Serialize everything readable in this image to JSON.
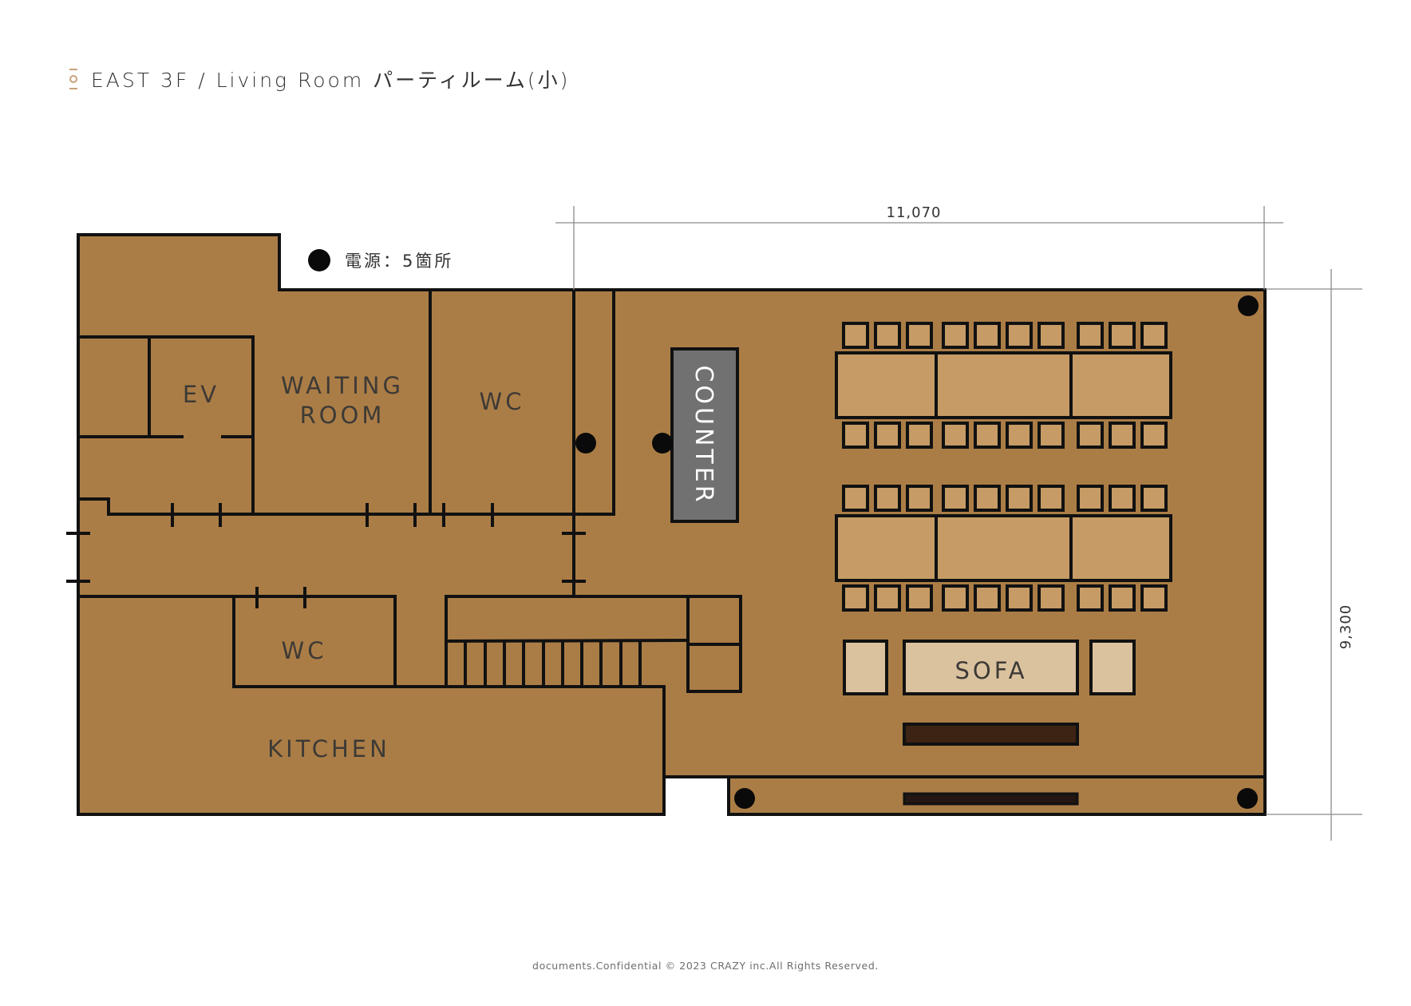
{
  "header": {
    "icon": "floor-marker-icon",
    "title": "EAST 3F / Living Room パーティルーム(小)"
  },
  "legend": {
    "outlet_icon": "power-outlet-dot-icon",
    "label": "電源：5箇所"
  },
  "dimensions": {
    "width_label": "11,070",
    "height_label": "9,300"
  },
  "rooms": {
    "ev": "EV",
    "waiting_room_line1": "WAITING",
    "waiting_room_line2": "ROOM",
    "wc_upper": "WC",
    "wc_lower": "WC",
    "kitchen": "KITCHEN",
    "counter": "COUNTER",
    "sofa": "SOFA"
  },
  "furniture": {
    "table_groups": 2,
    "chairs_per_row": 10,
    "table_segments_per_group": 3,
    "total_chairs": 40
  },
  "colors": {
    "floor": "#ab7d46",
    "wall": "#111111",
    "table": "#c69b65",
    "sofa": "#dbc29f",
    "counter": "#717171",
    "tv_table": "#3d2313",
    "accent_icon": "#c9a27c"
  },
  "footer": {
    "text": "documents.Confidential © 2023 CRAZY inc.All Rights Reserved."
  }
}
